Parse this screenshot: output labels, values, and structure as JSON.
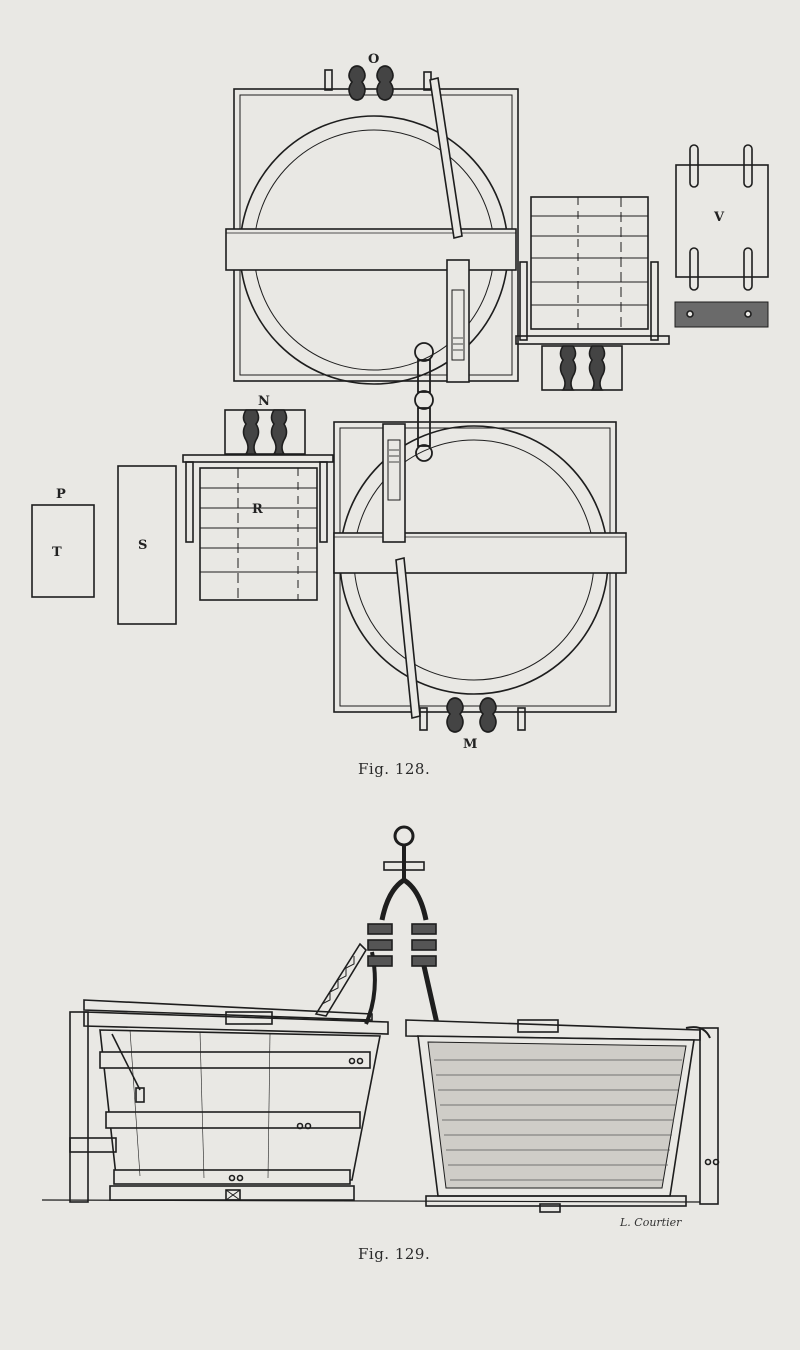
{
  "figure_128": {
    "caption": "Fig. 128.",
    "labels": {
      "O": "O",
      "V": "V",
      "N": "N",
      "P": "P",
      "T": "T",
      "S": "S",
      "R": "R",
      "M": "M"
    }
  },
  "figure_129": {
    "caption": "Fig. 129.",
    "signature": "L. Courtier"
  },
  "colors": {
    "paper": "#e9e8e4",
    "ink": "#1e1e1e"
  }
}
